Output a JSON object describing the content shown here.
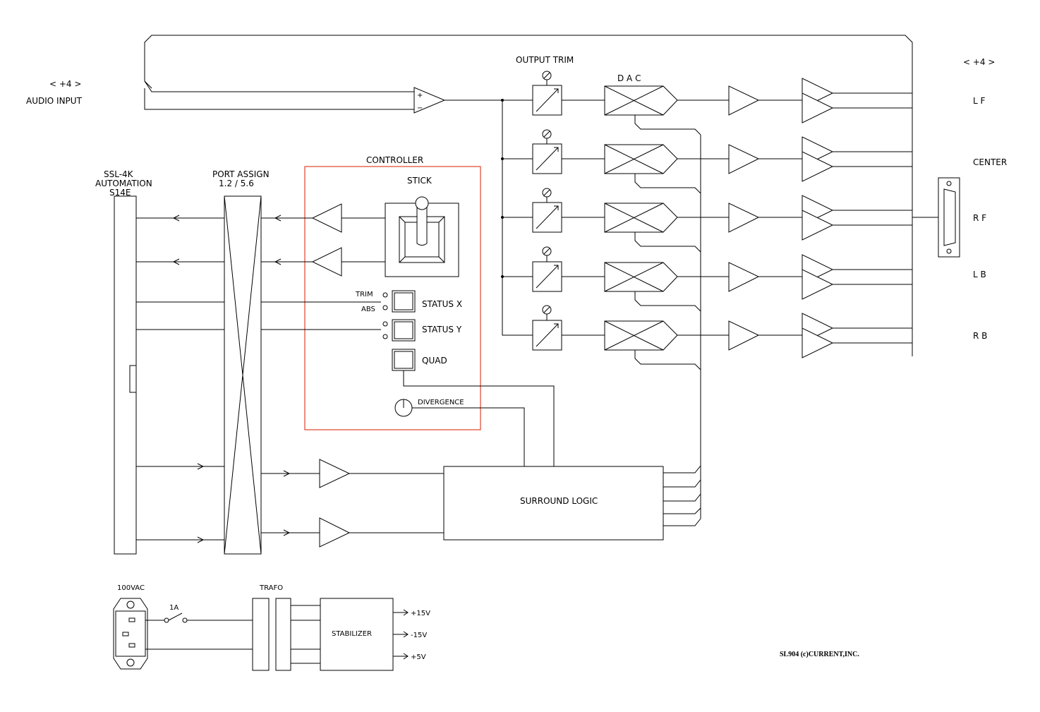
{
  "labels": {
    "audio_input_level": "< +4 >",
    "audio_input": "AUDIO INPUT",
    "output_level": "< +4 >",
    "output_trim": "OUTPUT TRIM",
    "dac": "D A C",
    "controller": "CONTROLLER",
    "stick": "STICK",
    "automation_line1": "SSL-4K",
    "automation_line2": "AUTOMATION",
    "automation_line3": "S14E",
    "port_assign_line1": "PORT ASSIGN",
    "port_assign_line2": "1.2 / 5.6",
    "trim": "TRIM",
    "abs": "ABS",
    "status_x": "STATUS X",
    "status_y": "STATUS Y",
    "quad": "QUAD",
    "divergence": "DIVERGENCE",
    "surround_logic": "SURROUND LOGIC",
    "power_in": "100VAC",
    "fuse": "1A",
    "trafo": "TRAFO",
    "stabilizer": "STABILIZER",
    "v_plus15": "+15V",
    "v_minus15": "-15V",
    "v_plus5": "+5V",
    "copyright": "SL904 (c)CURRENT,INC.",
    "amp_plus": "+",
    "amp_minus": "−"
  },
  "outputs": [
    "L F",
    "CENTER",
    "R F",
    "L B",
    "R B"
  ],
  "colors": {
    "controller_border": "#e0442c",
    "line": "#000000"
  }
}
